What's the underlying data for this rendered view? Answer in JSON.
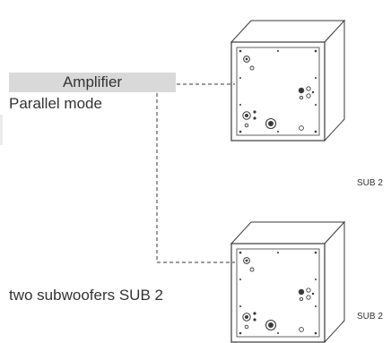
{
  "amplifier": {
    "label": "Amplifier",
    "mode": "Parallel mode"
  },
  "description": "two subwoofers SUB 2",
  "subwoofers": [
    {
      "label": "SUB 2"
    },
    {
      "label": "SUB 2"
    }
  ],
  "colors": {
    "amp_fill": "#d9d9d9",
    "line": "#3a3a3a",
    "text": "#333333"
  }
}
